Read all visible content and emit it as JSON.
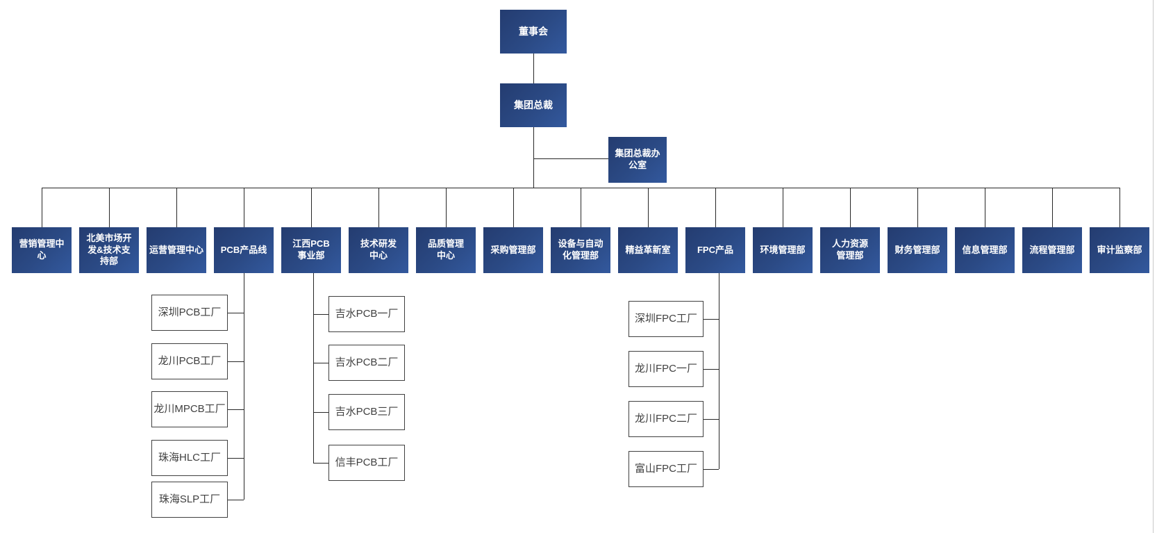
{
  "chart": {
    "board": {
      "label": "董事会"
    },
    "president": {
      "label": "集团总裁"
    },
    "president_office": {
      "label": "集团总裁办\n公室"
    },
    "departments": [
      {
        "label": "营销管理中\n心"
      },
      {
        "label": "北美市场开\n发&技术支\n持部"
      },
      {
        "label": "运营管理中心"
      },
      {
        "label": "PCB产品线"
      },
      {
        "label": "江西PCB\n事业部"
      },
      {
        "label": "技术研发\n中心"
      },
      {
        "label": "品质管理\n中心"
      },
      {
        "label": "采购管理部"
      },
      {
        "label": "设备与自动\n化管理部"
      },
      {
        "label": "精益革新室"
      },
      {
        "label": "FPC产品"
      },
      {
        "label": "环境管理部"
      },
      {
        "label": "人力资源\n管理部"
      },
      {
        "label": "财务管理部"
      },
      {
        "label": "信息管理部"
      },
      {
        "label": "流程管理部"
      },
      {
        "label": "审计监察部"
      }
    ],
    "pcb_factories": [
      "深圳PCB工厂",
      "龙川PCB工厂",
      "龙川MPCB工厂",
      "珠海HLC工厂",
      "珠海SLP工厂"
    ],
    "jiangxi_factories": [
      "吉水PCB一厂",
      "吉水PCB二厂",
      "吉水PCB三厂",
      "信丰PCB工厂"
    ],
    "fpc_factories": [
      "深圳FPC工厂",
      "龙川FPC一厂",
      "龙川FPC二厂",
      "富山FPC工厂"
    ]
  },
  "colors": {
    "node_gradient_start": "#243c70",
    "node_gradient_end": "#33599e",
    "node_text": "#ffffff",
    "connector": "#262626",
    "leaf_border": "#3f3f3f",
    "leaf_text": "#404040",
    "page_edge": "#c9c9c9"
  }
}
